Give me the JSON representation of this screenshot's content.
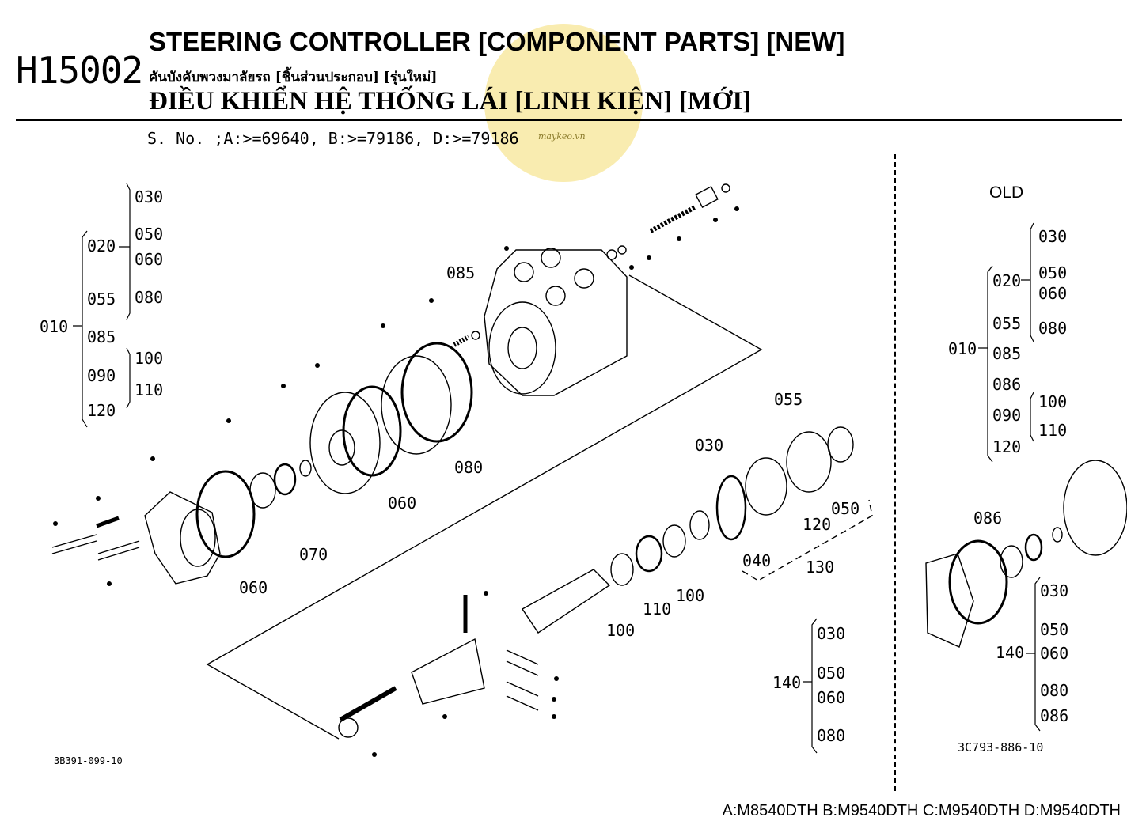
{
  "header": {
    "code": "H15002",
    "title_en": "STEERING CONTROLLER [COMPONENT PARTS] [NEW]",
    "title_th": "คันบังคับพวงมาลัยรถ [ชิ้นส่วนประกอบ] [รุ่นใหม่]",
    "title_vi": "ĐIỀU KHIỂN HỆ THỐNG LÁI [LINH KIỆN] [MỚI]",
    "serial": "S. No. ;A:>=69640, B:>=79186, D:>=79186"
  },
  "watermark": {
    "text": "maykeo.vn",
    "color": "#f8e9a2"
  },
  "old_section": {
    "label": "OLD",
    "reference": "3C793-886-10"
  },
  "reference_left": "3B391-099-10",
  "models_footer": "A:M8540DTH B:M9540DTH C:M9540DTH D:M9540DTH",
  "labels": {
    "l010": "010",
    "l020": "020",
    "l030": "030",
    "l050": "050",
    "l060": "060",
    "l080": "080",
    "l055": "055",
    "l085": "085",
    "l090": "090",
    "l100": "100",
    "l110": "110",
    "l120": "120",
    "l070": "070",
    "l040": "040",
    "l130": "130",
    "l140": "140",
    "l086": "086",
    "tilde": "~",
    "dot": "・"
  }
}
